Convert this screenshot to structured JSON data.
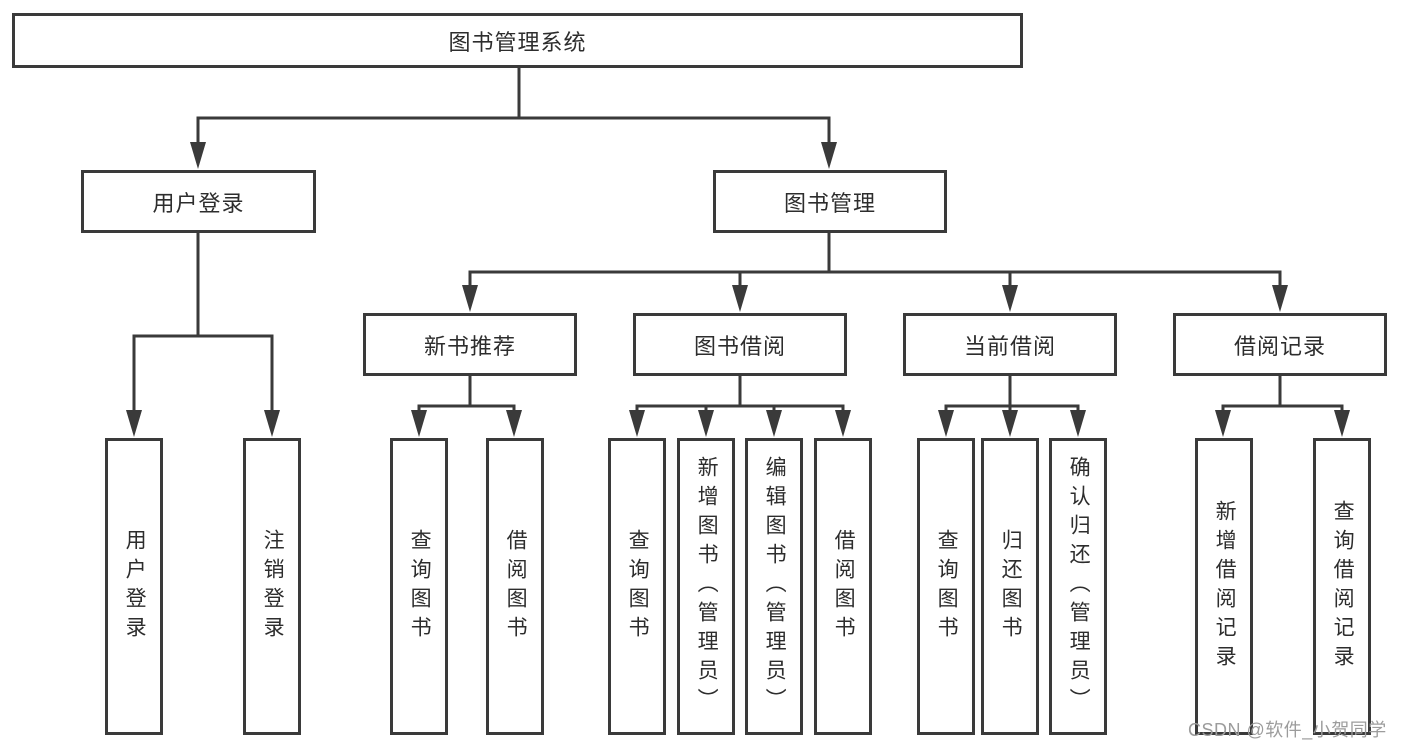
{
  "diagram": {
    "title": "图书管理系统",
    "colors": {
      "line": "#3a3a3a",
      "box_border": "#3a3a3a",
      "box_fill": "#ffffff",
      "text": "#2d2d2d",
      "background": "#ffffff",
      "watermark": "#9c9c9c"
    },
    "nodes": {
      "root": {
        "label": "图书管理系统"
      },
      "user_login": {
        "label": "用户登录"
      },
      "book_management": {
        "label": "图书管理"
      },
      "new_book_recommend": {
        "label": "新书推荐"
      },
      "book_borrowing": {
        "label": "图书借阅"
      },
      "current_borrowing": {
        "label": "当前借阅"
      },
      "borrowing_records": {
        "label": "借阅记录"
      },
      "l_user_login": {
        "label": "用户登录"
      },
      "l_logout": {
        "label": "注销登录"
      },
      "l_query_book_a": {
        "label": "查询图书"
      },
      "l_borrow_book_a": {
        "label": "借阅图书"
      },
      "l_query_book_b": {
        "label": "查询图书"
      },
      "l_add_book": {
        "label": "新增图书（管理员）"
      },
      "l_edit_book": {
        "label": "编辑图书（管理员）"
      },
      "l_borrow_book_b": {
        "label": "借阅图书"
      },
      "l_query_book_c": {
        "label": "查询图书"
      },
      "l_return_book": {
        "label": "归还图书"
      },
      "l_confirm_return": {
        "label": "确认归还（管理员）"
      },
      "l_add_record": {
        "label": "新增借阅记录"
      },
      "l_query_record": {
        "label": "查询借阅记录"
      }
    },
    "hierarchy": {
      "root": [
        "user_login",
        "book_management"
      ],
      "user_login": [
        "l_user_login",
        "l_logout"
      ],
      "book_management": [
        "new_book_recommend",
        "book_borrowing",
        "current_borrowing",
        "borrowing_records"
      ],
      "new_book_recommend": [
        "l_query_book_a",
        "l_borrow_book_a"
      ],
      "book_borrowing": [
        "l_query_book_b",
        "l_add_book",
        "l_edit_book",
        "l_borrow_book_b"
      ],
      "current_borrowing": [
        "l_query_book_c",
        "l_return_book",
        "l_confirm_return"
      ],
      "borrowing_records": [
        "l_add_record",
        "l_query_record"
      ]
    }
  },
  "watermark": {
    "text": "CSDN @软件_小贺同学"
  }
}
